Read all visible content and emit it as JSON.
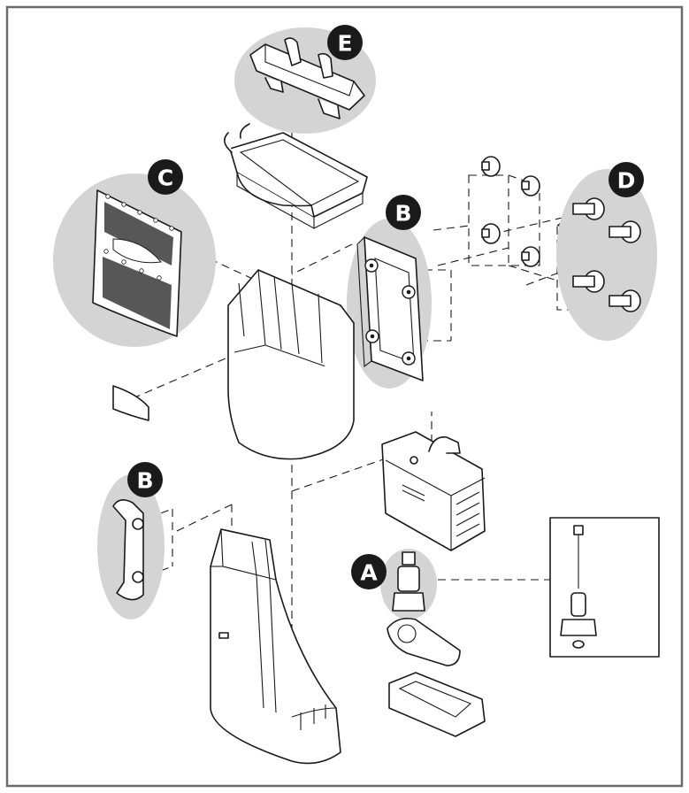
{
  "diagram": {
    "colors": {
      "frame": "#6b6b6b",
      "highlight": "#d4d4d4",
      "badge": "#1a1a1a",
      "badge_text": "#ffffff",
      "line": "#1a1a1a"
    },
    "labels": {
      "E": "E",
      "C": "C",
      "B_top": "B",
      "D": "D",
      "B_left": "B",
      "A": "A"
    }
  }
}
